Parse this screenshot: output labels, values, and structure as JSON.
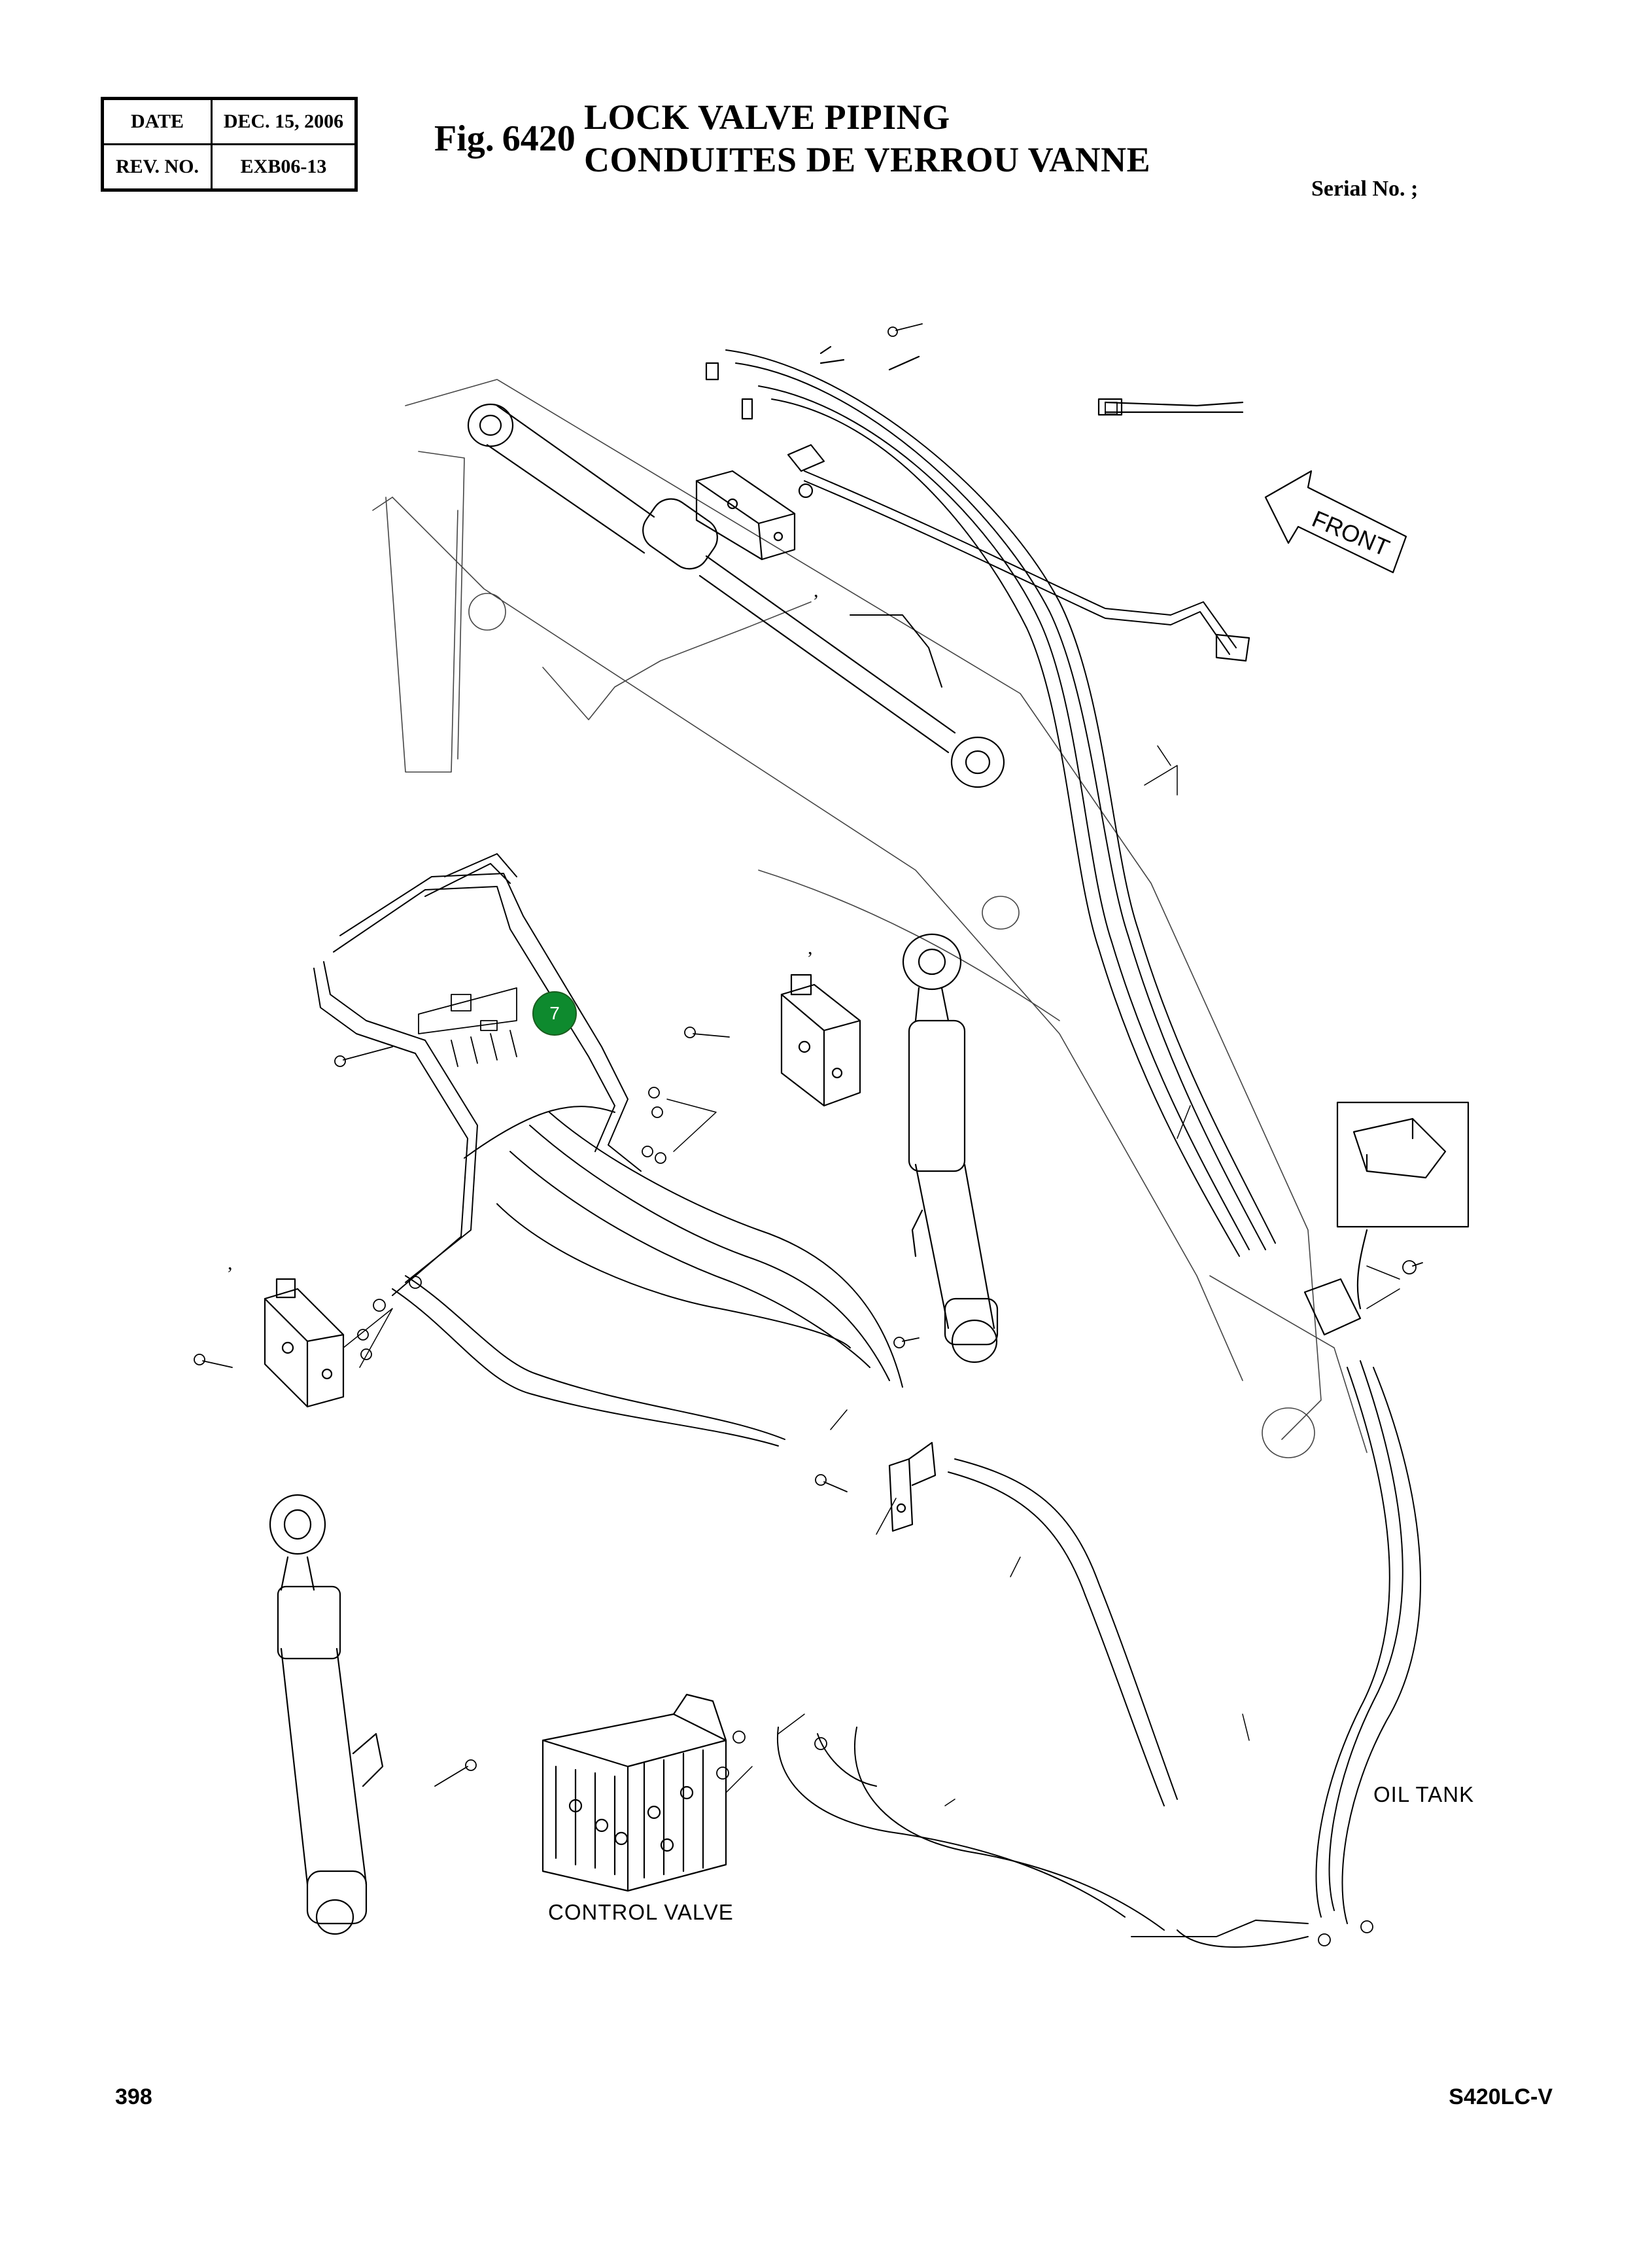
{
  "header": {
    "date_label": "DATE",
    "date_value": "DEC. 15, 2006",
    "rev_label": "REV. NO.",
    "rev_value": "EXB06-13"
  },
  "figure": {
    "fig_prefix": "Fig.",
    "fig_number": "6420",
    "title_en": "LOCK VALVE PIPING",
    "title_fr": "CONDUITES DE VERROU VANNE",
    "serial": "Serial No. ;"
  },
  "drawing": {
    "callout": "7",
    "front_label": "FRONT",
    "control_valve_label": "CONTROL VALVE",
    "oil_tank_label": "OIL TANK",
    "tick_mark": ","
  },
  "footer": {
    "page_number": "398",
    "model": "S420LC-V"
  }
}
